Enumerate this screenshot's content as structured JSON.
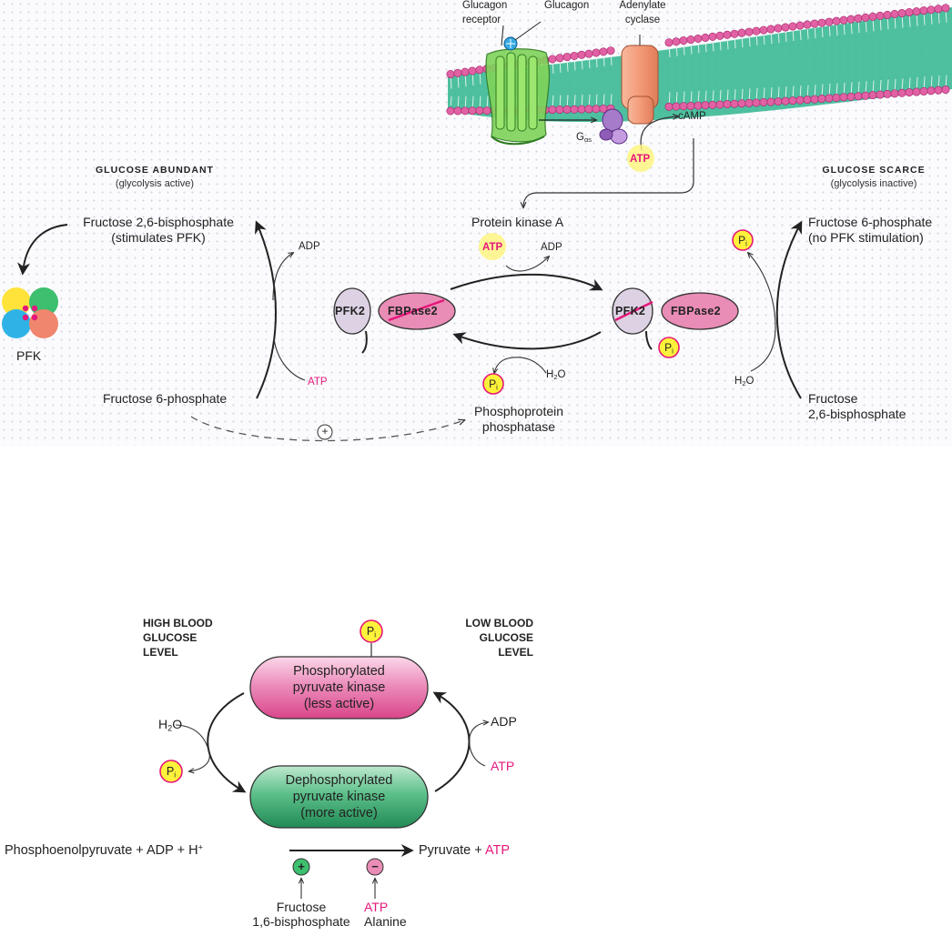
{
  "top": {
    "glucagon_receptor": [
      "Glucagon",
      "receptor"
    ],
    "glucagon": "Glucagon",
    "adenylate_cyclase": [
      "Adenylate",
      "cyclase"
    ],
    "gas_label": "G",
    "gas_sub": "αs",
    "atp_membrane": "ATP",
    "camp": "cAMP",
    "abundant_title": "GLUCOSE  ABUNDANT",
    "abundant_sub": "(glycolysis active)",
    "scarce_title": "GLUCOSE  SCARCE",
    "scarce_sub": "(glycolysis inactive)",
    "f26bp_left": [
      "Fructose 2,6-bisphosphate",
      "(stimulates PFK)"
    ],
    "pfk": "PFK",
    "adp_left": "ADP",
    "atp_left": "ATP",
    "f6p_left": "Fructose 6-phosphate",
    "pka": "Protein kinase A",
    "atp_pka": "ATP",
    "adp_pka": "ADP",
    "pfk2_left": "PFK2",
    "fbpase2_left": "FBPase2",
    "pfk2_right": "PFK2",
    "fbpase2_right": "FBPase2",
    "pi_enzyme": "P",
    "pi_enzyme_sub": "i",
    "pi_phosphatase": "P",
    "pi_phosphatase_sub": "i",
    "h2o_center": "H",
    "h2o_center_sub": "2",
    "h2o_center_o": "O",
    "ppp": [
      "Phosphoprotein",
      "phosphatase"
    ],
    "plus": "+",
    "pi_right": "P",
    "pi_right_sub": "i",
    "f6p_right": [
      "Fructose 6-phosphate",
      "(no PFK stimulation)"
    ],
    "h2o_right": "H",
    "h2o_right_sub": "2",
    "h2o_right_o": "O",
    "f26bp_right": [
      "Fructose",
      "2,6-bisphosphate"
    ]
  },
  "bottom": {
    "high": [
      "HIGH BLOOD",
      "GLUCOSE",
      "LEVEL"
    ],
    "low": [
      "LOW BLOOD",
      "GLUCOSE",
      "LEVEL"
    ],
    "pi_top": "P",
    "pi_top_sub": "i",
    "phosphorylated": [
      "Phosphorylated",
      "pyruvate kinase",
      "(less active)"
    ],
    "dephosphorylated": [
      "Dephosphorylated",
      "pyruvate kinase",
      "(more active)"
    ],
    "h2o": "H",
    "h2o_sub": "2",
    "h2o_o": "O",
    "pi_left": "P",
    "pi_left_sub": "i",
    "adp_right": "ADP",
    "atp_right": "ATP",
    "reaction_left": "Phosphoenolpyruvate  +  ADP  +  H",
    "reaction_left_sup": "+",
    "reaction_right_a": "Pyruvate  +  ",
    "reaction_right_b": "ATP",
    "plus_sign": "+",
    "minus_sign": "−",
    "f16bp": [
      "Fructose",
      "1,6-bisphosphate"
    ],
    "inhib_atp": "ATP",
    "inhib_alanine": "Alanine"
  },
  "colors": {
    "magenta": "#e5177b",
    "pi_yellow": "#fff23a",
    "pink_enzyme": "#dd5e98",
    "green_enzyme": "#2f9a63",
    "membrane_head": "#e062a4",
    "membrane_tail": "#2fb58f"
  }
}
